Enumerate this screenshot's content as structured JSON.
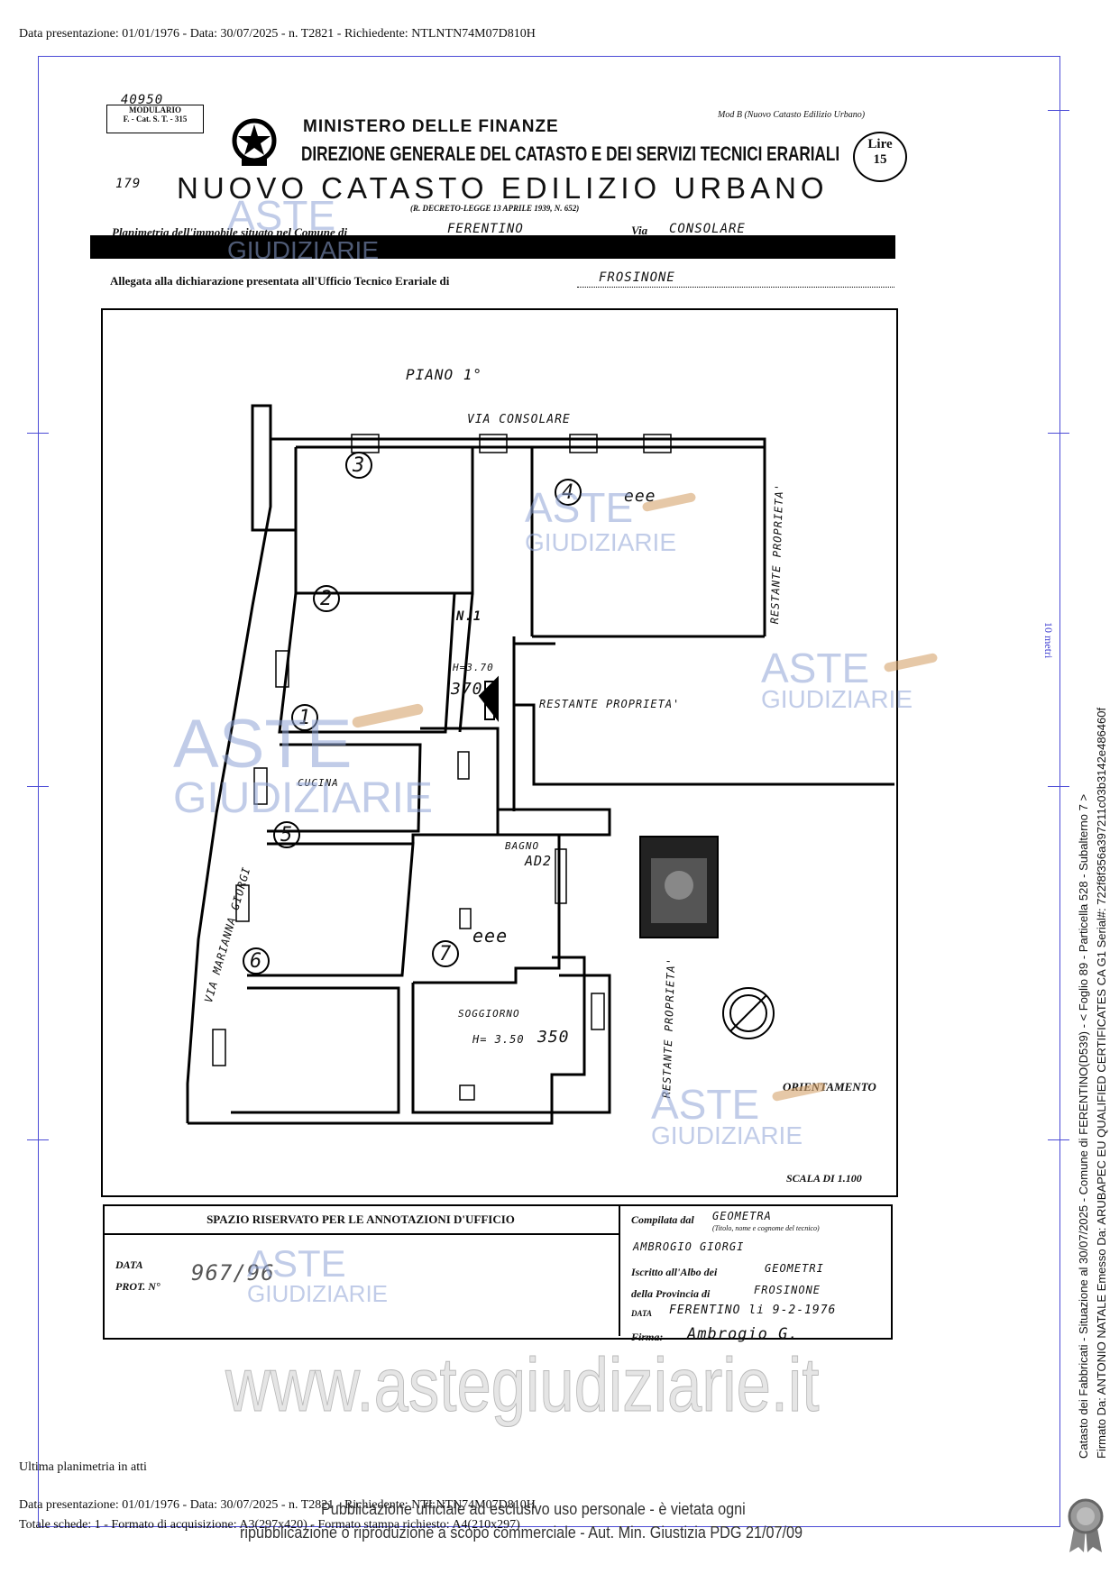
{
  "header": {
    "presentation_line": "Data presentazione: 01/01/1976 - Data: 30/07/2025 - n. T2821 - Richiedente: NTLNTN74M07D810H"
  },
  "form": {
    "modulario_number": "40950",
    "modulario_label": "MODULARIO",
    "modulario_code": "F. - Cat. S. T. - 315",
    "ministero": "MINISTERO DELLE FINANZE",
    "direzione": "DIREZIONE GENERALE DEL CATASTO E DEI SERVIZI TECNICI ERARIALI",
    "mod_b": "Mod B (Nuovo Catasto Edilizio Urbano)",
    "lire_label": "Lire",
    "lire_value": "15",
    "catasto_number": "179",
    "catasto_title": "NUOVO CATASTO EDILIZIO URBANO",
    "decreto": "(R. DECRETO-LEGGE 13 APRILE 1939, N. 652)",
    "planimetria_label": "Planimetria dell'immobile situato nel Comune di",
    "comune": "FERENTINO",
    "via_label": "Via",
    "via": "CONSOLARE",
    "allegata_label": "Allegata alla dichiarazione presentata all'Ufficio Tecnico Erariale di",
    "ufficio": "FROSINONE"
  },
  "plan": {
    "floor": "PIANO 1°",
    "street_top": "VIA CONSOLARE",
    "street_left": "VIA MARIANNA GIORGI",
    "restante_right": "RESTANTE PROPRIETA'",
    "restante_middle": "RESTANTE PROPRIETA'",
    "restante_lower": "RESTANTE PROPRIETA'",
    "eee_upper": "eee",
    "eee_middle": "eee",
    "room_marks": [
      "3",
      "4",
      "2",
      "1",
      "5",
      "6",
      "7"
    ],
    "cucina": "CUCINA",
    "bagno": "BAGNO",
    "ad2": "AD2",
    "n1": "N.1",
    "height_upper": "H=3.70",
    "height_upper_hand": "370",
    "soggiorno": "SOGGIORNO",
    "height_lower": "H= 3.50",
    "height_lower_hand": "350",
    "orientamento": "ORIENTAMENTO",
    "scala": "SCALA DI 1.100",
    "side_scale": "10 metri"
  },
  "office": {
    "title": "SPAZIO RISERVATO PER LE ANNOTAZIONI D'UFFICIO",
    "data_label": "DATA",
    "prot_label": "PROT. N°",
    "prot_hand": "967/96"
  },
  "compilata": {
    "compilata_label": "Compilata dal",
    "role": "GEOMETRA",
    "role_note": "(Titolo, nome e cognome del tecnico)",
    "name": "AMBROGIO GIORGI",
    "iscritto_label": "Iscritto all'Albo dei",
    "albo": "GEOMETRI",
    "provincia_label": "della Provincia di",
    "provincia": "FROSINONE",
    "data_label": "DATA",
    "data_value": "FERENTINO li 9-2-1976",
    "firma_label": "Firma:",
    "firma": "Ambrogio G."
  },
  "watermark": {
    "aste": "ASTE",
    "giudiziarie": "GIUDIZIARIE",
    "site": "www.astegiudiziarie.it",
    "publication_line1": "Pubblicazione ufficiale ad esclusivo uso personale - è vietata ogni",
    "publication_line2": "ripubblicazione o riproduzione a scopo commerciale - Aut. Min. Giustizia PDG 21/07/09"
  },
  "footer": {
    "ultima": "Ultima planimetria in atti",
    "presentation_line": "Data presentazione: 01/01/1976 - Data: 30/07/2025 - n. T2821 - Richiedente: NTLNTN74M07D810H",
    "schede_line": "Totale schede: 1 - Formato di acquisizione: A3(297x420) - Formato stampa richiesto: A4(210x297)"
  },
  "side": {
    "line1": "Catasto dei Fabbricati - Situazione al 30/07/2025 - Comune di FERENTINO(D539) - < Foglio 89 - Particella 528 - Subalterno 7 >",
    "line2": "Firmato Da: ANTONIO NATALE Emesso Da: ARUBAPEC EU QUALIFIED CERTIFICATES CA G1 Serial#: 722f8f356a397211c03b3142e48646​0f"
  }
}
